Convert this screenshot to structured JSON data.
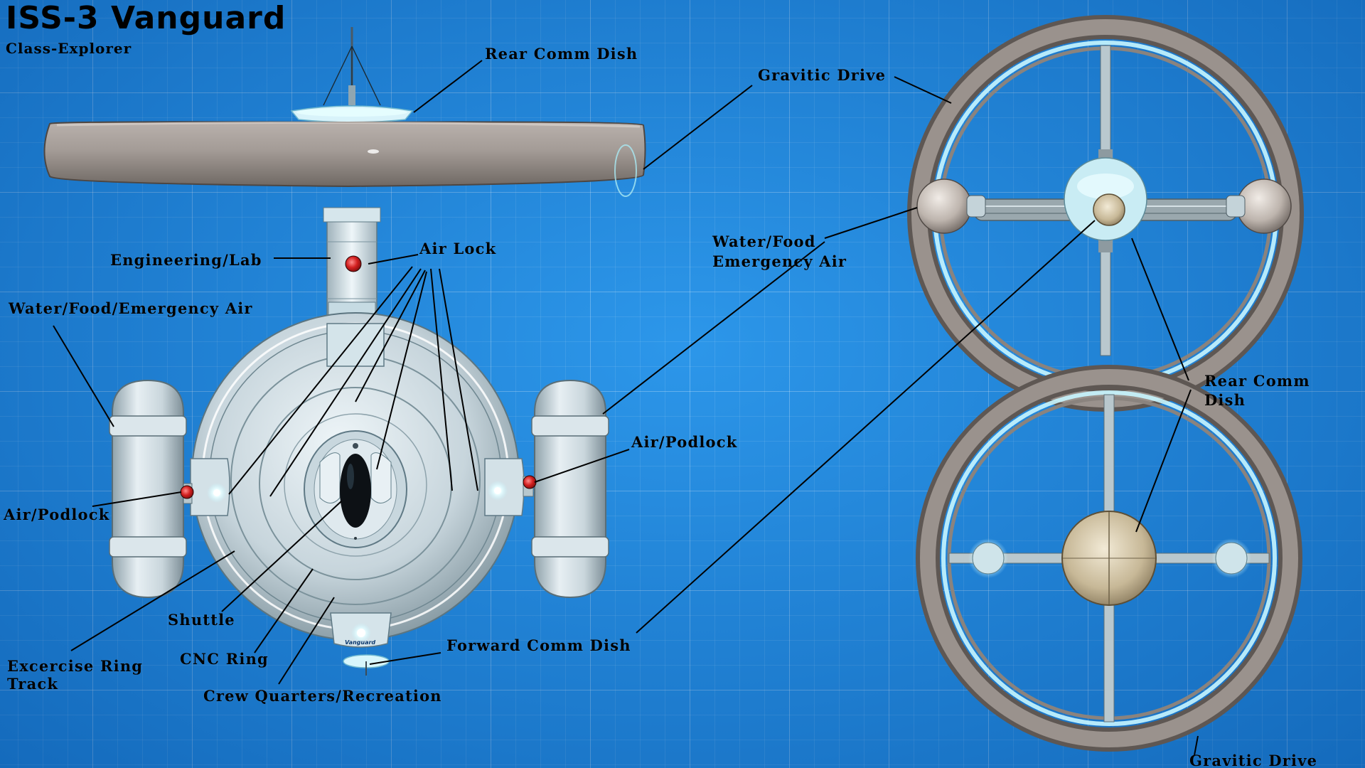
{
  "header": {
    "title": "ISS-3 Vanguard",
    "subtitle": "Class-Explorer"
  },
  "ship_badge": "Vanguard",
  "labels": {
    "rear_comm_dish_top": "Rear Comm Dish",
    "gravitic_drive_top": "Gravitic Drive",
    "engineering_lab": "Engineering/Lab",
    "air_lock": "Air Lock",
    "water_food_left": "Water/Food/Emergency Air",
    "water_food_right_line1": "Water/Food",
    "water_food_right_line2": "Emergency Air",
    "air_podlock_right": "Air/Podlock",
    "air_podlock_left": "Air/Podlock",
    "shuttle": "Shuttle",
    "exercise_ring_line1": "Excercise Ring",
    "exercise_ring_line2": "Track",
    "cnc_ring": "CNC Ring",
    "crew_quarters": "Crew Quarters/Recreation",
    "forward_comm_dish": "Forward Comm Dish",
    "rear_comm_right_line1": "Rear Comm",
    "rear_comm_right_line2": "Dish",
    "gravitic_drive_bottom": "Gravitic Drive"
  },
  "colors": {
    "blueprint_bg": "#1f8ee6",
    "hull_white": "#dfe9ee",
    "ring_gray": "#8b8480",
    "glow_cyan": "#c8f6ff",
    "light_red": "#d21f1f"
  }
}
